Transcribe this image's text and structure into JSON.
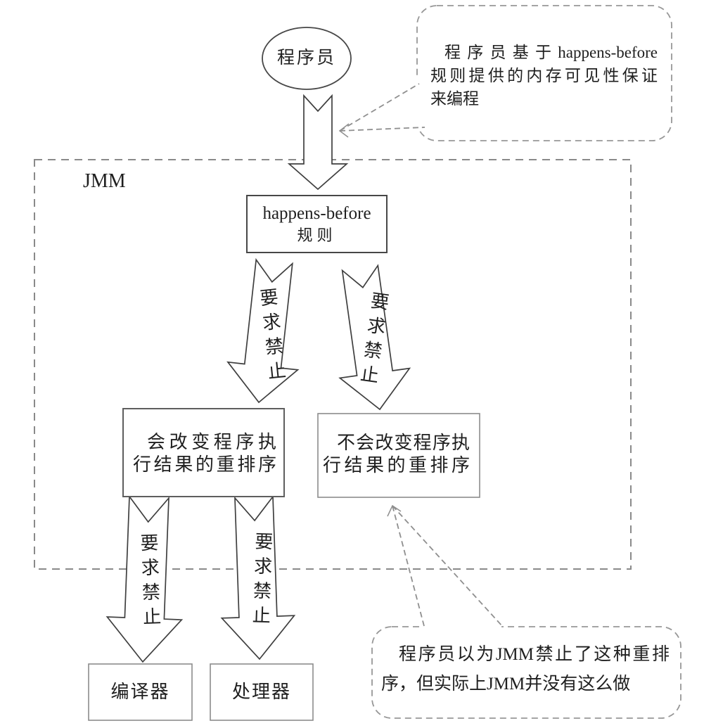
{
  "figure": {
    "programmer": "程序员",
    "jmm_label": "JMM",
    "hb_box": {
      "line1": "happens-before",
      "line2": "规则"
    },
    "arrow_label": "要求禁止",
    "left_box": {
      "line1": "会改变程序执",
      "line2": "行结果的重排序"
    },
    "right_box": {
      "line1": "不会改变程序执",
      "line2": "行结果的重排序"
    },
    "compiler": "编译器",
    "processor": "处理器",
    "top_callout": {
      "line1": "程序员基于happens-before",
      "line2": "规则提供的内存可见性保证",
      "line3": "来编程"
    },
    "bottom_callout": {
      "line1": "程序员以为JMM禁止了这种重排",
      "line2": "序，但实际上JMM并没有这么做"
    },
    "colors": {
      "line": "#3f3f3f",
      "box_gray": "#8c8c8c",
      "dash": "#8f8f8f",
      "text": "#1f1f1f",
      "background": "#ffffff"
    }
  }
}
